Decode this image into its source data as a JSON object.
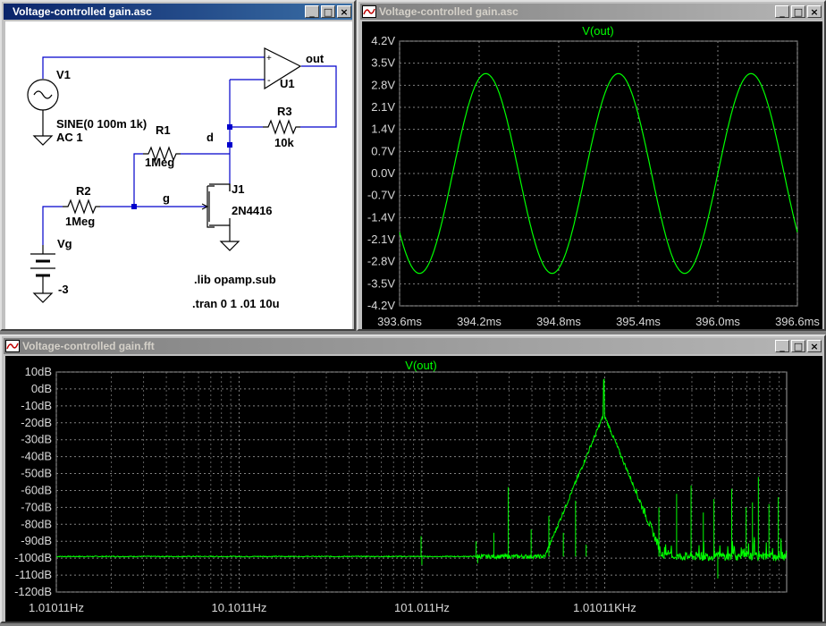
{
  "schematic_window": {
    "title": "Voltage-controlled gain.asc",
    "labels": {
      "v1": "V1",
      "v1_value": "SINE(0 100m 1k)",
      "v1_ac": "AC 1",
      "r1": "R1",
      "r1_value": "1Meg",
      "r2": "R2",
      "r2_value": "1Meg",
      "r3": "R3",
      "r3_value": "10k",
      "vg": "Vg",
      "vg_value": "-3",
      "u1": "U1",
      "j1": "J1",
      "j1_value": "2N4416",
      "net_out": "out",
      "net_d": "d",
      "net_g": "g",
      "lib_directive": ".lib opamp.sub",
      "tran_directive": ".tran 0 1 .01 10u",
      "plus": "+",
      "minus": "-"
    }
  },
  "transient_window": {
    "title": "Voltage-controlled gain.asc",
    "trace_name": "V(out)",
    "chart_data": {
      "type": "line",
      "title": "V(out)",
      "xlabel": "",
      "ylabel": "",
      "x_ticks": [
        "393.6ms",
        "394.2ms",
        "394.8ms",
        "395.4ms",
        "396.0ms",
        "396.6ms"
      ],
      "y_ticks": [
        "4.2V",
        "3.5V",
        "2.8V",
        "2.1V",
        "1.4V",
        "0.7V",
        "0.0V",
        "-0.7V",
        "-1.4V",
        "-2.1V",
        "-2.8V",
        "-3.5V",
        "-4.2V"
      ],
      "xlim": [
        393.6,
        396.6
      ],
      "ylim": [
        -4.2,
        4.2
      ],
      "series": [
        {
          "name": "V(out)",
          "signal": "sine",
          "amplitude_v": 3.17,
          "frequency_hz": 1000,
          "positive_peaks_ms": [
            394.25,
            395.25,
            396.25
          ],
          "negative_peaks_ms": [
            393.75,
            394.75,
            395.75
          ]
        }
      ],
      "grid": true
    }
  },
  "fft_window": {
    "title": "Voltage-controlled gain.fft",
    "trace_name": "V(out)",
    "chart_data": {
      "type": "line",
      "title": "V(out)",
      "xlabel": "",
      "ylabel": "",
      "x_scale": "log",
      "x_ticks": [
        "1.01011Hz",
        "10.1011Hz",
        "101.011Hz",
        "1.01011KHz"
      ],
      "x_tick_values_hz": [
        1.01011,
        10.1011,
        101.011,
        1010.11
      ],
      "xlim": [
        1.01011,
        10000
      ],
      "y_ticks": [
        "10dB",
        "0dB",
        "-10dB",
        "-20dB",
        "-30dB",
        "-40dB",
        "-50dB",
        "-60dB",
        "-70dB",
        "-80dB",
        "-90dB",
        "-100dB",
        "-110dB",
        "-120dB"
      ],
      "ylim": [
        -120,
        10
      ],
      "noise_floor_db": -99,
      "series": [
        {
          "name": "V(out)",
          "fundamental": {
            "x_hz": 1000,
            "db": 5
          },
          "spurs": [
            {
              "x_hz": 100,
              "db": -87
            },
            {
              "x_hz": 101,
              "db": -104
            },
            {
              "x_hz": 200,
              "db": -90
            },
            {
              "x_hz": 204,
              "db": -103
            },
            {
              "x_hz": 250,
              "db": -85
            },
            {
              "x_hz": 300,
              "db": -58
            },
            {
              "x_hz": 400,
              "db": -83
            },
            {
              "x_hz": 500,
              "db": -75
            },
            {
              "x_hz": 600,
              "db": -85
            },
            {
              "x_hz": 700,
              "db": -66
            },
            {
              "x_hz": 800,
              "db": -92
            },
            {
              "x_hz": 2000,
              "db": -70
            },
            {
              "x_hz": 2500,
              "db": -62
            },
            {
              "x_hz": 3000,
              "db": -57
            },
            {
              "x_hz": 3500,
              "db": -73
            },
            {
              "x_hz": 4000,
              "db": -65
            },
            {
              "x_hz": 4200,
              "db": -112
            },
            {
              "x_hz": 5000,
              "db": -59
            },
            {
              "x_hz": 6000,
              "db": -70
            },
            {
              "x_hz": 6500,
              "db": -67
            },
            {
              "x_hz": 7000,
              "db": -52
            },
            {
              "x_hz": 8000,
              "db": -68
            },
            {
              "x_hz": 9000,
              "db": -64
            }
          ]
        }
      ],
      "grid": true
    }
  },
  "colors": {
    "trace": "#00ff00",
    "plot_background": "#000000",
    "grid": "#808080",
    "wire": "#0000cc",
    "title_active": "#0a246a",
    "title_inactive": "#808080"
  }
}
